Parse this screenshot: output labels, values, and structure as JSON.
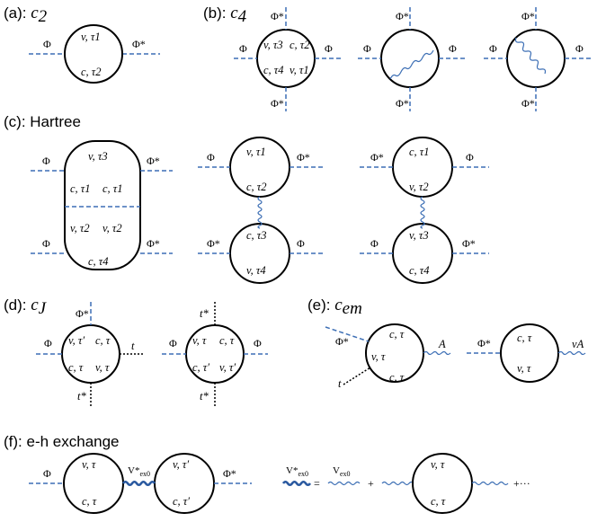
{
  "panels": {
    "a": {
      "tag": "(a): ",
      "sym": "c",
      "sub": "2"
    },
    "b": {
      "tag": "(b): ",
      "sym": "c",
      "sub": "4"
    },
    "c": {
      "tag": "(c): Hartree"
    },
    "d": {
      "tag": "(d): ",
      "sym": "c",
      "sub": "J"
    },
    "e": {
      "tag": "(e): ",
      "sym": "c",
      "sub": "em"
    },
    "f": {
      "tag": "(f): e-h exchange"
    }
  },
  "symbols": {
    "phi": "Φ",
    "phistar": "Φ*",
    "t": "t",
    "tstar": "t*",
    "A": "A",
    "vA": "v",
    "vex0": "V",
    "vex0_sub": "ex0",
    "vex0star": "V*",
    "equals": "=",
    "plus": "+",
    "plusdots": "+···"
  },
  "labels": {
    "v_t1": "v, τ1",
    "c_t2": "c, τ2",
    "v_t3": "v, τ3",
    "c_t2b": "c, τ2",
    "c_t4": "c, τ4",
    "v_t1b": "v, τ1",
    "c_t1": "c, τ1",
    "v_t2": "v, τ2",
    "c_t3": "c, τ3",
    "v_t4": "v, τ4",
    "v_tp": "v, τ′",
    "c_t": "c, τ",
    "v_t": "v, τ",
    "c_tp": "c, τ′"
  }
}
